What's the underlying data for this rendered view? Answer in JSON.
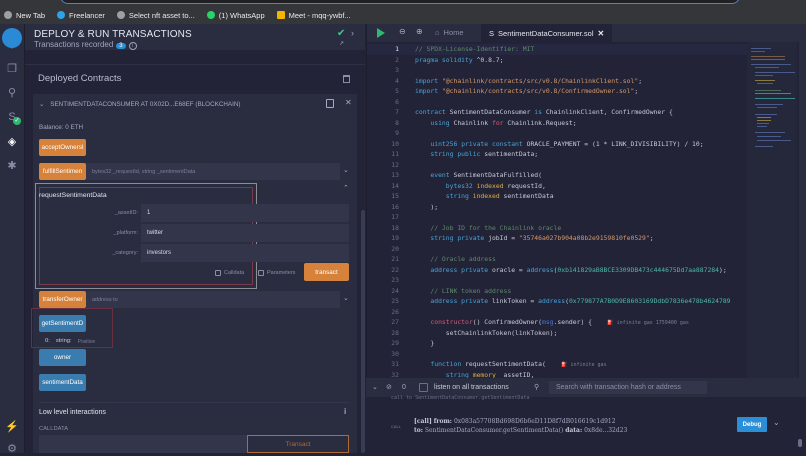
{
  "bookmarks": [
    {
      "label": "New Tab",
      "color": "#9aa0a6"
    },
    {
      "label": "Freelancer",
      "color": "#2aa3e8"
    },
    {
      "label": "Select nft asset to...",
      "color": "#9aa0a6"
    },
    {
      "label": "(1) WhatsApp",
      "color": "#25d366"
    },
    {
      "label": "Meet - mqq-ywbf...",
      "color": "#f4b400"
    }
  ],
  "panel": {
    "title": "DEPLOY & RUN TRANSACTIONS",
    "transactions_recorded": "Transactions recorded",
    "transactions_count": "3",
    "deployed_title": "Deployed Contracts",
    "contract": {
      "name": "SENTIMENTDATACONSUMER AT 0X02D...E68EF (BLOCKCHAIN)",
      "balance": "Balance: 0 ETH",
      "functions": [
        {
          "label": "acceptOwnersl",
          "type": "orange"
        },
        {
          "label": "fulfillSentimen",
          "type": "orange",
          "params": "bytes32 _requestId, string _sentimentData"
        },
        {
          "label": "transferOwner",
          "type": "orange",
          "params": "address to"
        },
        {
          "label": "getSentimentD",
          "type": "blue"
        },
        {
          "label": "owner",
          "type": "blue"
        },
        {
          "label": "sentimentData",
          "type": "blue"
        }
      ],
      "request": {
        "title": "requestSentimentData",
        "fields": [
          {
            "label": "_assetID:",
            "value": "1"
          },
          {
            "label": "_platform:",
            "value": "twitter"
          },
          {
            "label": "_category:",
            "value": "investors"
          }
        ],
        "calldata_label": "Calldata",
        "parameters_label": "Parameters",
        "transact_label": "transact"
      },
      "get_result": {
        "index": "0:",
        "type": "string:",
        "value": "Positive"
      }
    },
    "low_level": {
      "title": "Low level interactions",
      "calldata_label": "CALLDATA",
      "transact_label": "Transact"
    }
  },
  "editor": {
    "home_tab": "Home",
    "file_tab": "SentimentDataConsumer.sol"
  },
  "terminal": {
    "count": "0",
    "listen_label": "listen on all transactions",
    "search_placeholder": "Search with transaction hash or address",
    "cut_text": "call to SentimentDataConsumer.getSentimentData",
    "call_tag": "CALL",
    "line1_prefix": "[call]",
    "line1_from_label": "from:",
    "line1_from": "0x083a57708Bd698D6b6eD11D8f7dB016619c1d912",
    "line2_to_label": "to:",
    "line2_to": "SentimentDataConsumer.getSentimentData()",
    "line2_data_label": "data:",
    "line2_data": "0x8de...32d23",
    "debug_label": "Debug"
  }
}
